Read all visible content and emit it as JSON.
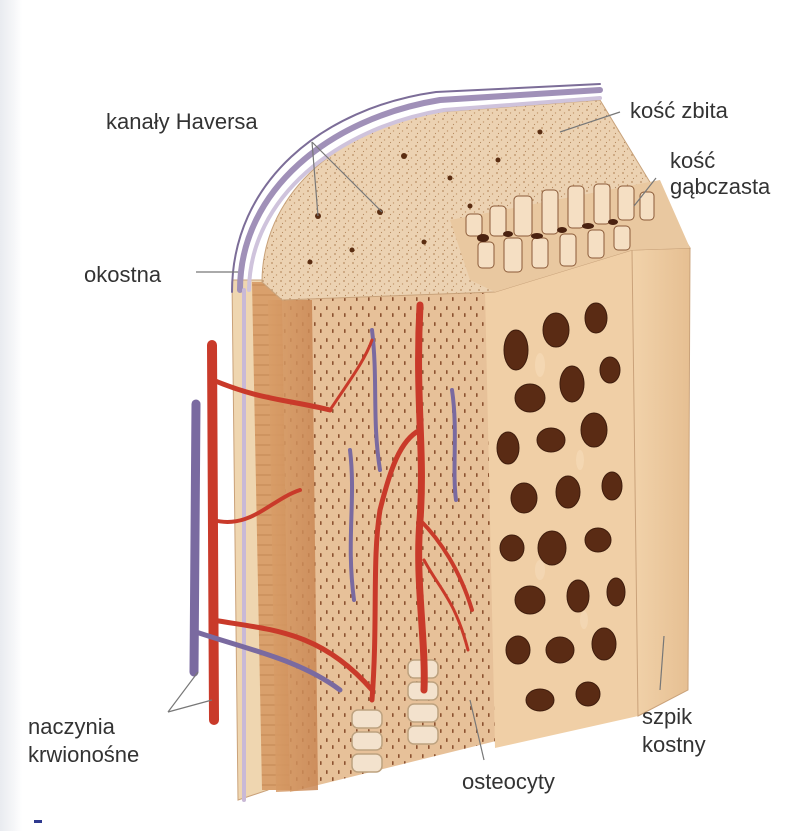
{
  "labels": {
    "haversian_canals": "kanały Haversa",
    "compact_bone": "kość zbita",
    "spongy_bone_1": "kość",
    "spongy_bone_2": "gąbczasta",
    "periosteum": "okostna",
    "blood_vessels_1": "naczynia",
    "blood_vessels_2": "krwionośne",
    "bone_marrow_1": "szpik",
    "bone_marrow_2": "kostny",
    "osteocytes": "osteocyty"
  },
  "colors": {
    "compact_bone": "#e8c9a4",
    "spongy_bone": "#f0cfa6",
    "marrow_cavity": "#5a2b14",
    "artery": "#c93a2a",
    "vein": "#7a6aa0",
    "periosteum": "#9a8cae",
    "label_text": "#333333",
    "leader_line": "#777777"
  }
}
